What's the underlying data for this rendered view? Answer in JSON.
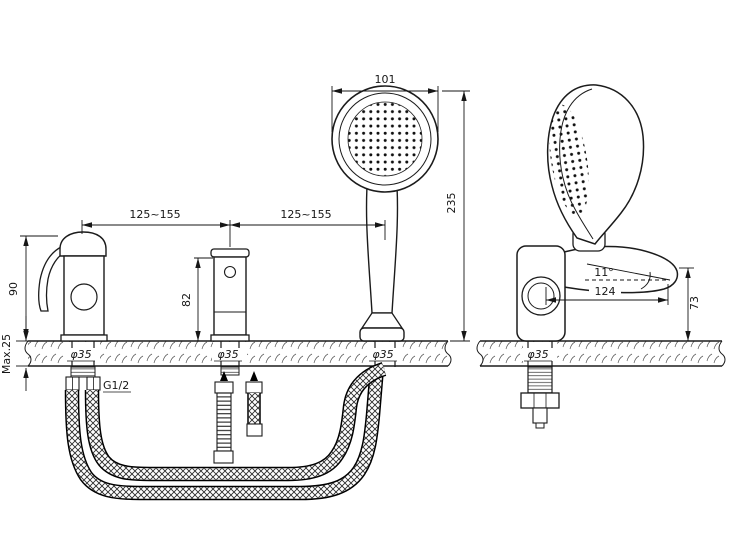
{
  "front": {
    "head_width": "101",
    "overall_height": "235",
    "spacing_left": "125~155",
    "spacing_right": "125~155",
    "mixer_height": "90",
    "diverter_height": "82",
    "deck_thickness": "Max.25",
    "hole_mixer": "φ35",
    "hole_diverter": "φ35",
    "hole_shower": "φ35",
    "thread_size": "G1/2"
  },
  "side": {
    "spout_angle": "11°",
    "spout_reach": "124",
    "outlet_height": "73",
    "hole_escutcheon": "φ35"
  }
}
